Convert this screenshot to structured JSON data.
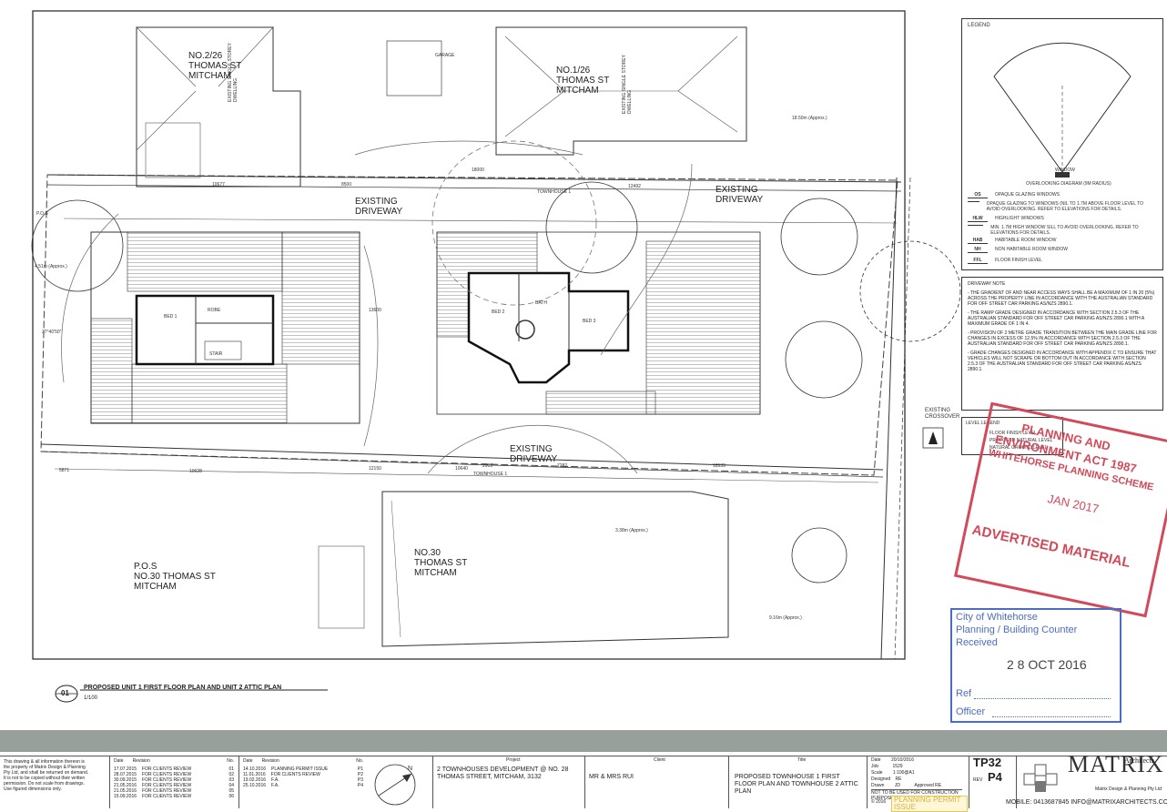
{
  "labels": {
    "no2_26": "NO.2/26\nTHOMAS ST\nMITCHAM",
    "no1_26": "NO.1/26\nTHOMAS ST\nMITCHAM",
    "no30": "NO.30\nTHOMAS ST\nMITCHAM",
    "pos": "P.O.S\nNO.30 THOMAS ST\nMITCHAM",
    "driveway_left": "EXISTING\nDRIVEWAY",
    "driveway_right": "EXISTING\nDRIVEWAY",
    "driveway_bottom": "EXISTING\nDRIVEWAY",
    "crossover": "EXISTING\nCROSSOVER",
    "townhouse1": "TOWNHOUSE 1",
    "garage": "GARAGE",
    "bed1": "BED 1",
    "bed2": "BED 2",
    "bed3": "BED 3",
    "bath": "BATH",
    "robe": "ROBE",
    "stair": "STAIR",
    "pos_side": "P.O.S",
    "dwelling_note": "EXISTING SINGLE STOREY DWELLING"
  },
  "dimensions": {
    "d1": "18.50m (Approx.)",
    "d2": "18000",
    "d3": "8500",
    "d4": "10677",
    "d5": "12492",
    "d6": "10628",
    "d7": "12150",
    "d8": "10640",
    "d9": "18539",
    "d10": "4.51m (Approx.)",
    "d11": "13600",
    "d12": "37°40'50\"",
    "d13": "5871",
    "d14": "2905",
    "d15": "7282",
    "d16": "3.38m (Approx.)",
    "d17": "9.16m (Approx.)"
  },
  "drawing": {
    "number": "01",
    "title": "PROPOSED UNIT 1 FIRST FLOOR PLAN AND UNIT 2 ATTIC PLAN",
    "scale": "1/100"
  },
  "legend": {
    "heading": "LEGEND",
    "diagram_label": "WINDOW",
    "diagram_caption": "OVERLOOKING DIAGRAM (9M RADIUS)",
    "rows": [
      {
        "code": "OS",
        "text": "OPAQUE GLAZING WINDOWS"
      },
      {
        "code": "",
        "text": "OPAQUE GLAZING TO WINDOWS (NIL TO 1.7M ABOVE FLOOR LEVEL TO AVOID OVERLOOKING. REFER TO ELEVATIONS FOR DETAILS."
      },
      {
        "code": "HLW",
        "text": "HIGHLIGHT WINDOWS"
      },
      {
        "code": "",
        "text": "MIN. 1.7M HIGH WINDOW SILL TO AVOID OVERLOOKING. REFER TO ELEVATIONS FOR DETAILS."
      },
      {
        "code": "HAB",
        "text": "HABITABLE ROOM WINDOW"
      },
      {
        "code": "NH",
        "text": "NON HABITABLE ROOM WINDOW"
      },
      {
        "code": "FFL",
        "text": "FLOOR FINISH LEVEL"
      }
    ]
  },
  "driveway_note": {
    "heading": "DRIVEWAY NOTE",
    "paragraphs": [
      "- THE GRADIENT OF AND NEAR ACCESS WAYS SHALL BE A MAXIMUM OF 1 IN 20 (5%) ACROSS THE PROPERTY LINE IN ACCORDANCE WITH THE AUSTRALIAN STANDARD FOR OFF STREET CAR PARKING AS/NZS 2890.1.",
      "- THE RAMP GRADE DESIGNED IN ACCORDANCE WITH SECTION 2.5.3 OF THE AUSTRALIAN STANDARD FOR OFF STREET CAR PARKING AS/NZS 2890.1 WITH A MAXIMUM GRADE OF 1 IN 4.",
      "- PROVISION OF 2 METRE GRADE TRANSITION BETWEEN THE MAIN GRADE LINE FOR CHANGES IN EXCESS OF 12.5% IN ACCORDANCE WITH SECTION 2.5.3 OF THE AUSTRALIAN STANDARD FOR OFF STREET CAR PARKING AS/NZS 2890.1.",
      "- GRADE CHANGES DESIGNED IN ACCORDANCE WITH APPENDIX C TO ENSURE THAT VEHICLES WILL NOT SCRAPE OR BOTTOM OUT IN ACCORDANCE WITH SECTION 2.5.3 OF THE AUSTRALIAN STANDARD FOR OFF STREET CAR PARKING AS/NZS 2890.1."
    ]
  },
  "level_legend": {
    "heading": "LEVEL LEGEND",
    "rows": [
      "FLOOR FINISH LEVEL",
      "PROPOSED NATURAL LEVEL",
      "NATURAL GROUND LEVEL"
    ]
  },
  "stamp_red": {
    "line1": "PLANNING AND",
    "line2": "ENVIRONMENT ACT 1987",
    "line3": "WHITEHORSE PLANNING SCHEME",
    "date": "JAN 2017",
    "line4": "ADVERTISED MATERIAL"
  },
  "stamp_blue": {
    "line1": "City of Whitehorse",
    "line2": "Planning / Building Counter",
    "line3": "Received",
    "date": "2 8 OCT 2016",
    "ref": "Ref",
    "officer": "Officer"
  },
  "titleblock": {
    "copyright": "This drawing & all information thereon is the property of Matrix Design & Planning Pty Ltd, and shall be returned on demand. It is not to be copied without their written permission. Do not scale from drawings. Use figured dimensions only.",
    "rev_left": [
      {
        "date": "17.07.2015",
        "rev": "FOR CLIENTS REVIEW",
        "no": "01"
      },
      {
        "date": "28.07.2015",
        "rev": "FOR CLIENTS REVIEW",
        "no": "02"
      },
      {
        "date": "30.09.2015",
        "rev": "FOR CLIENTS REVIEW",
        "no": "03"
      },
      {
        "date": "21.05.2016",
        "rev": "FOR CLIENTS REVIEW",
        "no": "04"
      },
      {
        "date": "21.05.2016",
        "rev": "FOR CLIENTS REVIEW",
        "no": "05"
      },
      {
        "date": "15.09.2016",
        "rev": "FOR CLIENTS REVIEW",
        "no": "06"
      }
    ],
    "rev_right": [
      {
        "date": "14.10.2016",
        "rev": "PLANNING PERMIT ISSUE",
        "no": "P1"
      },
      {
        "date": "11.01.2016",
        "rev": "FOR CLIENTS REVIEW",
        "no": "P2"
      },
      {
        "date": "19.02.2016",
        "rev": "F.A.",
        "no": "P3"
      },
      {
        "date": "25.10.2016",
        "rev": "F.A.",
        "no": "P4"
      }
    ],
    "project_label": "Project",
    "project": "2 TOWNHOUSES DEVELOPMENT @ NO. 28 THOMAS STREET, MITCHAM, 3132",
    "client_label": "Client",
    "client": "MR & MRS RUI",
    "title_label": "Title",
    "title": "PROPOSED TOWNHOUSE 1 FIRST FLOOR PLAN AND TOWNHOUSE 2 ATTIC PLAN",
    "date_label": "Date",
    "date": "20/10/2016",
    "job_label": "Job",
    "job": "1529",
    "scale_label": "Scale",
    "scale": "1:100@A1",
    "designed_label": "Designed",
    "designed": "RE",
    "drawn_label": "Drawn",
    "drawn": "JD",
    "approved_label": "Approved",
    "approved": "RE",
    "warning": "NOT TO BE USED FOR CONSTRUCTION PURPOSES",
    "issue": "PLANNING PERMIT ISSUE",
    "sheet": "TP32",
    "rev_label": "REV",
    "rev": "P4",
    "firm_name": "MATRIX",
    "firm_sub": "Architects",
    "firm_tag": "Matrix Design & Planning Pty Ltd",
    "contact": "MOBILE: 0413687845  INFO@MATRIXARCHITECTS.COM.AU",
    "year": "© 2016"
  },
  "colors": {
    "stamp_red": "#d24a5a",
    "stamp_blue": "#4a6cc4",
    "grey_band": "#97a09a",
    "issue_yellow": "#e8c850"
  }
}
